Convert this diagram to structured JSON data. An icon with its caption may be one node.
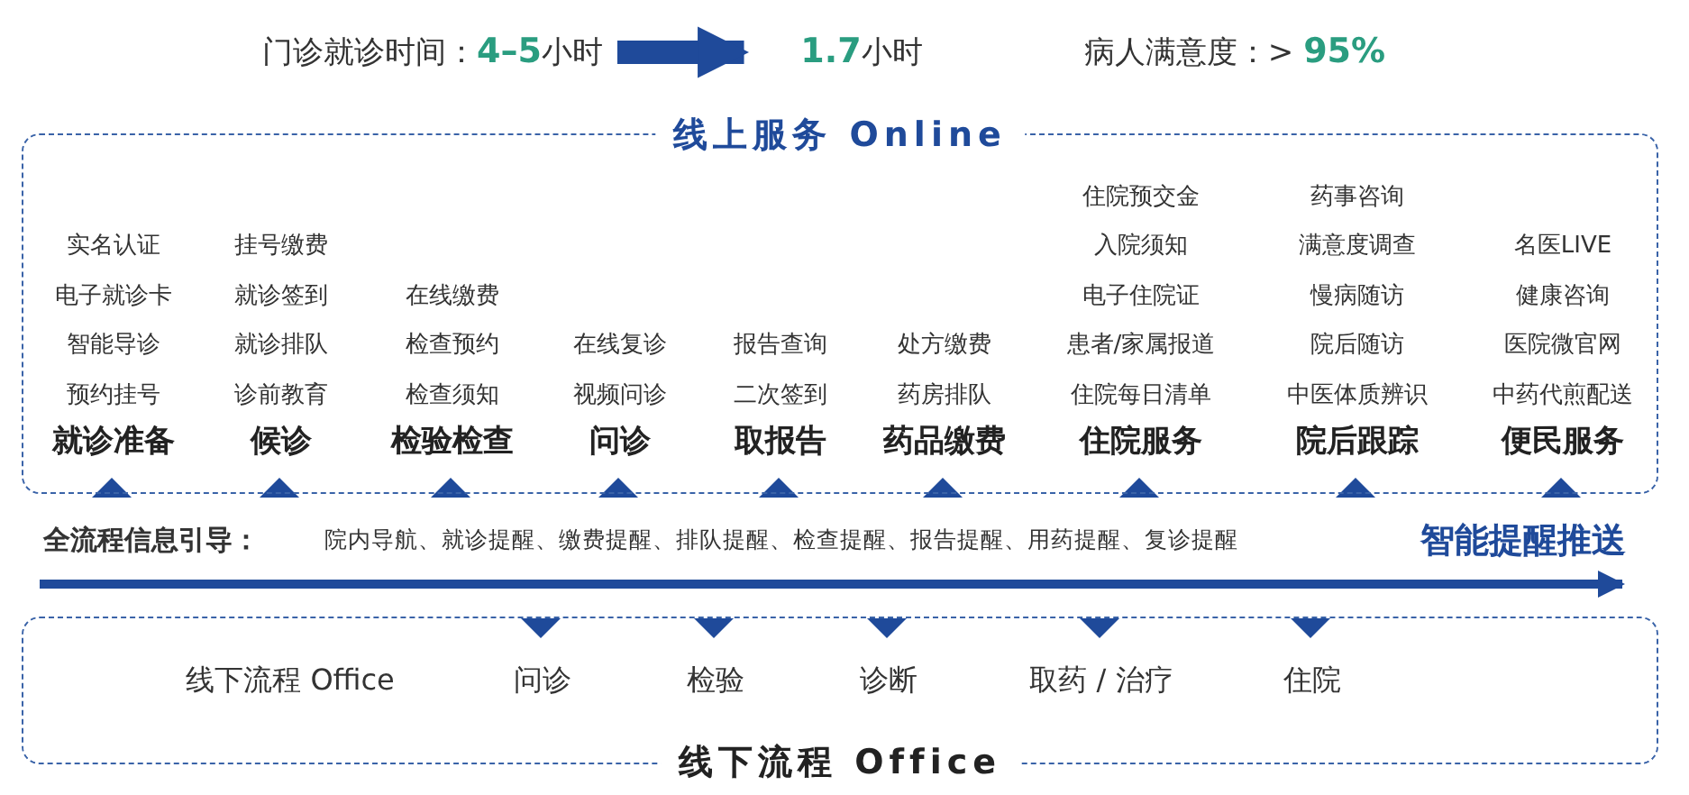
{
  "diagram": {
    "nodes": [
      {
        "text": [
          "门诊就诊时间：4–5小时"
        ]
      },
      {
        "text": [
          "1.7小时"
        ]
      },
      {
        "text": [
          "线上服务 Online"
        ]
      },
      {
        "text": [
          "实名认证",
          "电子就诊卡",
          "智能导诊",
          "预约挂号",
          "就诊准备"
        ],
        "in": 2
      },
      {
        "text": [
          "挂号缴费",
          "就诊签到",
          "就诊排队",
          "诊前教育",
          "候诊"
        ],
        "in": 2
      },
      {
        "text": [
          "在线缴费",
          "检查预约",
          "检查须知",
          "检验检查"
        ],
        "in": 2
      },
      {
        "text": [
          "在线复诊",
          "视频问诊",
          "问诊"
        ],
        "in": 2
      },
      {
        "text": [
          "报告查询",
          "二次签到",
          "取报告"
        ],
        "in": 2
      },
      {
        "text": [
          "处方缴费",
          "药房排队",
          "药品缴费"
        ],
        "in": 2
      },
      {
        "text": [
          "住院预交金",
          "入院须知",
          "电子住院证",
          "患者/家属报道",
          "住院每日清单",
          "住院服务"
        ],
        "in": 2
      },
      {
        "text": [
          "药事咨询",
          "满意度调查",
          "慢病随访",
          "院后随访",
          "中医体质辨识",
          "院后跟踪"
        ],
        "in": 2
      },
      {
        "text": [
          "名医LIVE",
          "健康咨询",
          "医院微官网",
          "中药代煎配送",
          "便民服务"
        ],
        "in": 2
      },
      {
        "text": [
          "线下流程 Office"
        ]
      },
      {
        "text": [
          "线下流程 Office"
        ],
        "in": 12
      },
      {
        "text": [
          "问诊"
        ],
        "in": 12
      },
      {
        "text": [
          "检验"
        ],
        "in": 12
      },
      {
        "text": [
          "诊断"
        ],
        "in": 12
      },
      {
        "text": [
          "取药 / 治疗"
        ],
        "in": 12
      },
      {
        "text": [
          "住院"
        ],
        "in": 12
      }
    ],
    "edges": [
      {
        "from": 0,
        "to": 1,
        "arrow": "to"
      }
    ],
    "labels": [
      "病人满意度：> 95%",
      "全流程信息引导：",
      "院内导航、就诊提醒、缴费提醒、排队提醒、检查提醒、报告提醒、用药提醒、复诊提醒",
      "智能提醒推送"
    ]
  }
}
